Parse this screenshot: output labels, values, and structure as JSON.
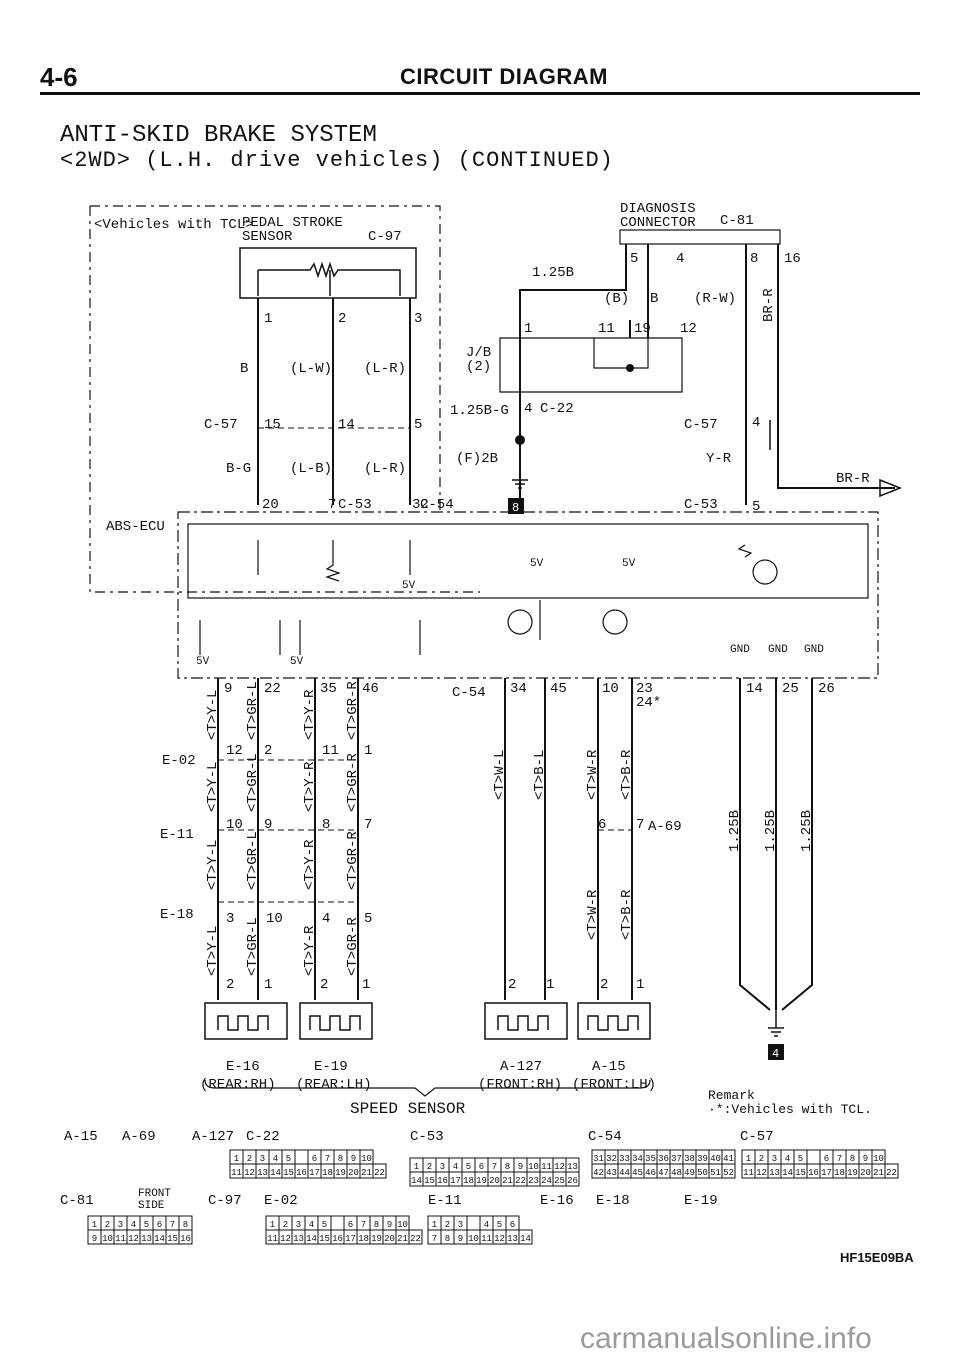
{
  "header": {
    "page_number": "4-6",
    "heading": "CIRCUIT DIAGRAM"
  },
  "title": {
    "line1": "ANTI-SKID BRAKE SYSTEM",
    "line2": "<2WD> (L.H. drive vehicles) (CONTINUED)"
  },
  "components": {
    "tcl_box": "<Vehicles with TCL>",
    "pedal_stroke_sensor_1": "PEDAL STROKE",
    "pedal_stroke_sensor_2": "SENSOR",
    "diagnosis_connector_1": "DIAGNOSIS",
    "diagnosis_connector_2": "CONNECTOR",
    "abs_ecu": "ABS-ECU",
    "jb_1": "J/B",
    "jb_2": "(2)",
    "speed_sensor": "SPEED SENSOR"
  },
  "connectors": {
    "c97": "C-97",
    "c81": "C-81",
    "c57": "C-57",
    "c53": "C-53",
    "c54": "C-54",
    "c22": "C-22",
    "e02": "E-02",
    "e11": "E-11",
    "e18": "E-18",
    "e16": "E-16",
    "e19": "E-19",
    "a127": "A-127",
    "a15": "A-15",
    "a69": "A-69"
  },
  "wires": {
    "b": "B",
    "lw": "(L-W)",
    "lr": "(L-R)",
    "bg": "B-G",
    "lb": "(L-B)",
    "lr2": "(L-R)",
    "w125b": "1.25B",
    "bp": "(B)",
    "b2": "B",
    "rw": "(R-W)",
    "brr": "BR-R",
    "brr2": "BR-R",
    "w125bg": "1.25B-G",
    "f2b": "(F)2B",
    "yr": "Y-R",
    "tyl": "<T>Y-L",
    "tgrl": "<T>GR-L",
    "tyr": "<T>Y-R",
    "tgrr": "<T>GR-R",
    "twl": "<T>W-L",
    "tbl": "<T>B-L",
    "twr": "<T>W-R",
    "tbr": "<T>B-R",
    "w125b_gnd": "1.25B"
  },
  "terminals": {
    "p1": "1",
    "p2": "2",
    "p3": "3",
    "e15": "15",
    "e14": "14",
    "e5": "5",
    "e20": "20",
    "e7": "7",
    "e32": "32",
    "d5": "5",
    "d4": "4",
    "d8": "8",
    "d16": "16",
    "j1": "1",
    "j11": "11",
    "j19": "19",
    "j12": "12",
    "j4": "4",
    "r4": "4",
    "r5": "5",
    "b9": "9",
    "b22": "22",
    "b35": "35",
    "b46": "46",
    "b34": "34",
    "b45": "45",
    "b10": "10",
    "b23": "23",
    "b24": "24*",
    "b14": "14",
    "b25": "25",
    "b26": "26",
    "e02_12": "12",
    "e02_2": "2",
    "e02_11": "11",
    "e02_1": "1",
    "e11_10": "10",
    "e11_9": "9",
    "e11_8": "8",
    "e11_7": "7",
    "e18_3": "3",
    "e18_10": "10",
    "e18_4": "4",
    "e18_5": "5",
    "s2a": "2",
    "s1a": "1",
    "s2b": "2",
    "s1b": "1",
    "s2c": "2",
    "s1c": "1",
    "s2d": "2",
    "s1d": "1",
    "a69_6": "6",
    "a69_7": "7"
  },
  "ecu_labels": {
    "v5a": "5V",
    "v5b": "5V",
    "v5c": "5V",
    "v5d": "5V",
    "v5e": "5V",
    "gnd1": "GND",
    "gnd2": "GND",
    "gnd3": "GND"
  },
  "sensor_labels": {
    "rear_rh": "(REAR:RH)",
    "rear_lh": "(REAR:LH)",
    "front_rh": "(FRONT:RH)",
    "front_lh": "(FRONT:LH)"
  },
  "ground_markers": {
    "g8": "8",
    "g4": "4"
  },
  "remark": {
    "line1": "Remark",
    "line2": "·*:Vehicles with TCL."
  },
  "connector_views": {
    "labels": [
      "A-15",
      "A-69",
      "A-127",
      "C-22",
      "C-53",
      "C-54",
      "C-57",
      "C-81",
      "C-97",
      "E-02",
      "E-11",
      "E-16",
      "E-18",
      "E-19"
    ],
    "front_side_1": "FRONT",
    "front_side_2": "SIDE",
    "c53_row1": [
      "1",
      "2",
      "3",
      "4",
      "5",
      "6",
      "7",
      "8",
      "9",
      "10",
      "11",
      "12",
      "13"
    ],
    "c53_row2": [
      "14",
      "15",
      "16",
      "17",
      "18",
      "19",
      "20",
      "21",
      "22",
      "23",
      "24",
      "25",
      "26"
    ],
    "c54_row1": [
      "31",
      "32",
      "33",
      "34",
      "35",
      "36",
      "37",
      "38",
      "39",
      "40",
      "41"
    ],
    "c54_row2": [
      "42",
      "43",
      "44",
      "45",
      "46",
      "47",
      "48",
      "49",
      "50",
      "51",
      "52"
    ],
    "c22_row1": [
      "1",
      "2",
      "3",
      "4",
      "5",
      "",
      "6",
      "7",
      "8",
      "9",
      "10"
    ],
    "c22_row2": [
      "11",
      "12",
      "13",
      "14",
      "15",
      "16",
      "17",
      "18",
      "19",
      "20",
      "21",
      "22"
    ],
    "c81_row1": [
      "1",
      "2",
      "3",
      "4",
      "5",
      "6",
      "7",
      "8"
    ],
    "c81_row2": [
      "9",
      "10",
      "11",
      "12",
      "13",
      "14",
      "15",
      "16"
    ],
    "e11_row1": [
      "1",
      "2",
      "3",
      "",
      "4",
      "5",
      "6"
    ],
    "e11_row2": [
      "7",
      "8",
      "9",
      "10",
      "11",
      "12",
      "13",
      "14"
    ]
  },
  "footer": {
    "ref_code": "HF15E09BA",
    "watermark": "carmanualsonline.info"
  }
}
